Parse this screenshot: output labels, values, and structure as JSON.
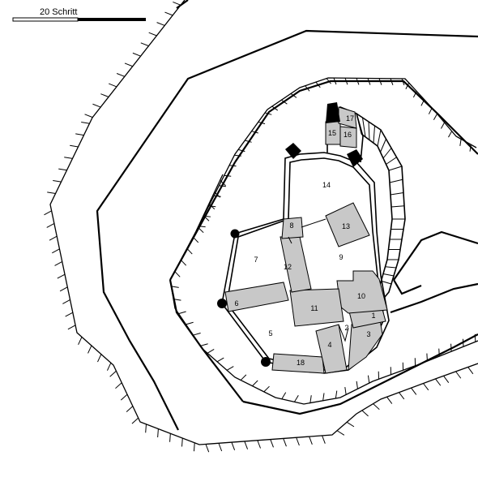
{
  "scale_bar": {
    "label": "20 Schritt"
  },
  "rooms": [
    {
      "id": "room-1",
      "label": "1"
    },
    {
      "id": "room-2",
      "label": "2"
    },
    {
      "id": "room-3",
      "label": "3"
    },
    {
      "id": "room-4",
      "label": "4"
    },
    {
      "id": "room-5",
      "label": "5"
    },
    {
      "id": "room-6",
      "label": "6"
    },
    {
      "id": "room-7",
      "label": "7"
    },
    {
      "id": "room-8",
      "label": "8"
    },
    {
      "id": "room-9",
      "label": "9"
    },
    {
      "id": "room-10",
      "label": "10"
    },
    {
      "id": "room-11",
      "label": "11"
    },
    {
      "id": "room-12",
      "label": "12"
    },
    {
      "id": "room-13",
      "label": "13"
    },
    {
      "id": "room-14",
      "label": "14"
    },
    {
      "id": "room-15",
      "label": "15"
    },
    {
      "id": "room-16",
      "label": "16"
    },
    {
      "id": "room-17",
      "label": "17"
    },
    {
      "id": "room-18",
      "label": "18"
    }
  ],
  "colors": {
    "building": "#c8c8c8",
    "line": "#000000",
    "background": "#ffffff"
  }
}
